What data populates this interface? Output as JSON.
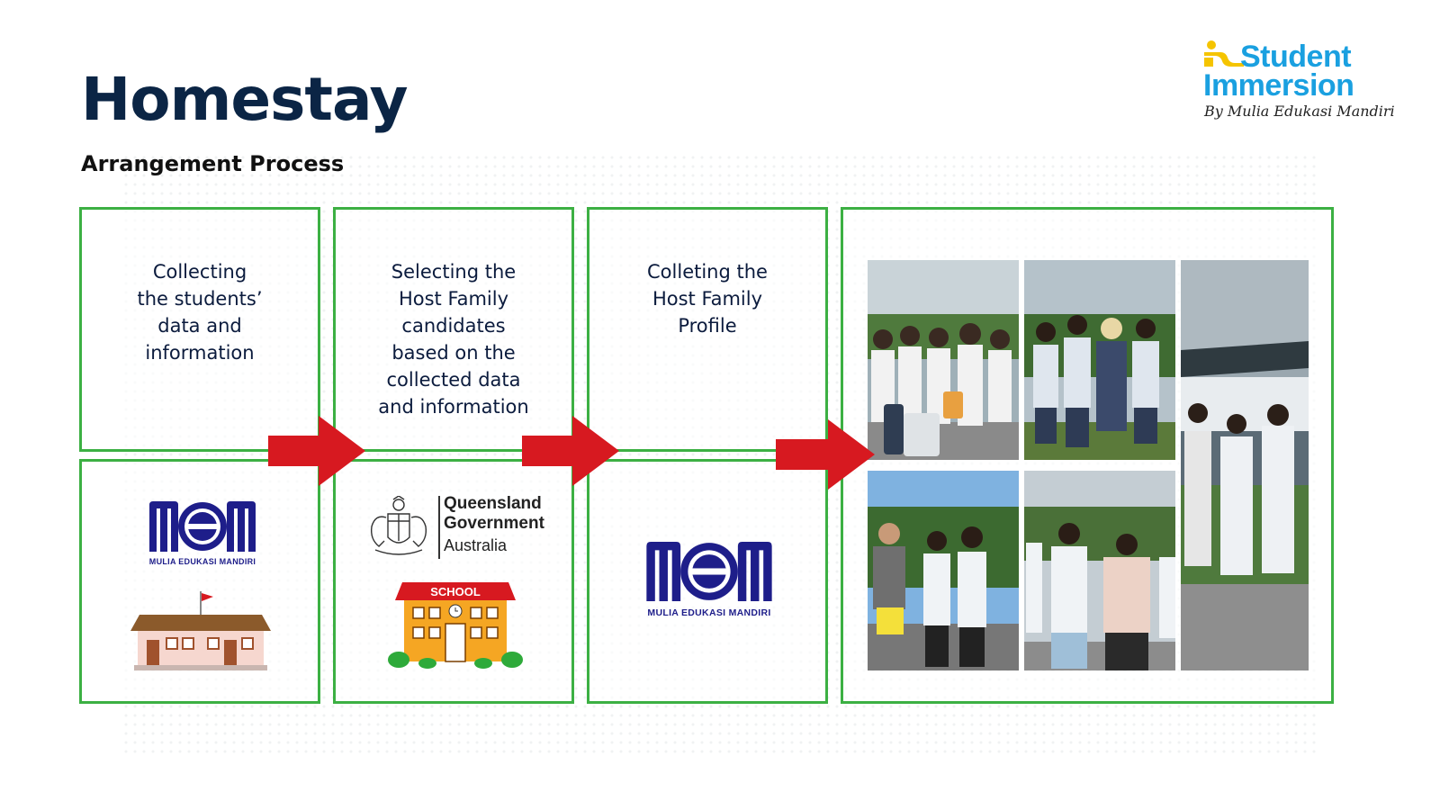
{
  "header": {
    "title": "Homestay",
    "subtitle": "Arrangement Process"
  },
  "brand": {
    "logo_word1": "Student",
    "logo_word2": "Immersion",
    "logo_tagline": "By Mulia Edukasi Mandiri",
    "logo_color": "#1aa0e0",
    "logo_mark_color": "#f5c400"
  },
  "steps": [
    {
      "text": "Collecting\nthe students’\ndata and\ninformation"
    },
    {
      "text": "Selecting the\nHost Family\ncandidates\nbased on the\ncollected data\nand information"
    },
    {
      "text": "Colleting the\nHost Family\nProfile"
    }
  ],
  "logos": {
    "mem_caption": "MULIA EDUKASI MANDIRI",
    "qg_line1": "Queensland",
    "qg_line2": "Government",
    "qg_line3": "Australia",
    "school_sign": "SCHOOL"
  },
  "colors": {
    "title": "#0b2545",
    "box_border": "#3cb043",
    "arrow": "#d71920",
    "mem_blue": "#1e1e8a"
  },
  "icons": [
    "school-building-icon",
    "school-icon",
    "mem-logo",
    "qld-coat-of-arms-icon",
    "arrow-right-icon"
  ]
}
